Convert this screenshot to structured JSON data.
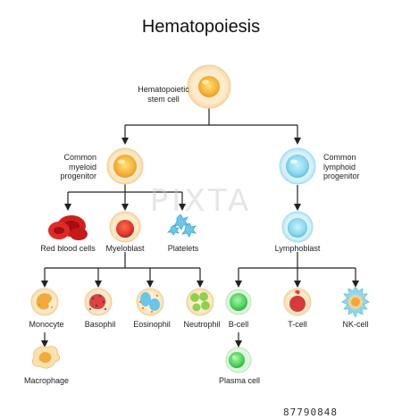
{
  "title": "Hematopoiesis",
  "watermark": "PIXTA",
  "stock_id": "87790848",
  "colors": {
    "lines": "#222222",
    "stem": "#f5b94a",
    "myeloid": "#f3a84a",
    "lymphoid": "#8fd8ee",
    "rbc": "#d81f1f",
    "myeloblast": "#e23a2c",
    "platelet": "#6cc7ec",
    "bcell": "#4ed35c"
  },
  "labels": {
    "stem_cell": [
      "Hematopoietic",
      "stem cell"
    ],
    "myeloid": [
      "Common",
      "myeloid",
      "progenitor"
    ],
    "lymphoid": [
      "Common",
      "lymphoid",
      "progenitor"
    ],
    "rbc": "Red blood cells",
    "myeloblast": "Myeloblast",
    "platelets": "Platelets",
    "lymphoblast": "Lymphoblast",
    "monocyte": "Monocyte",
    "basophil": "Basophil",
    "eosinophil": "Eosinophil",
    "neutrophil": "Neutrophil",
    "bcell": "B-cell",
    "tcell": "T-cell",
    "nkcell": "NK-cell",
    "macrophage": "Macrophage",
    "plasma": "Plasma cell"
  }
}
